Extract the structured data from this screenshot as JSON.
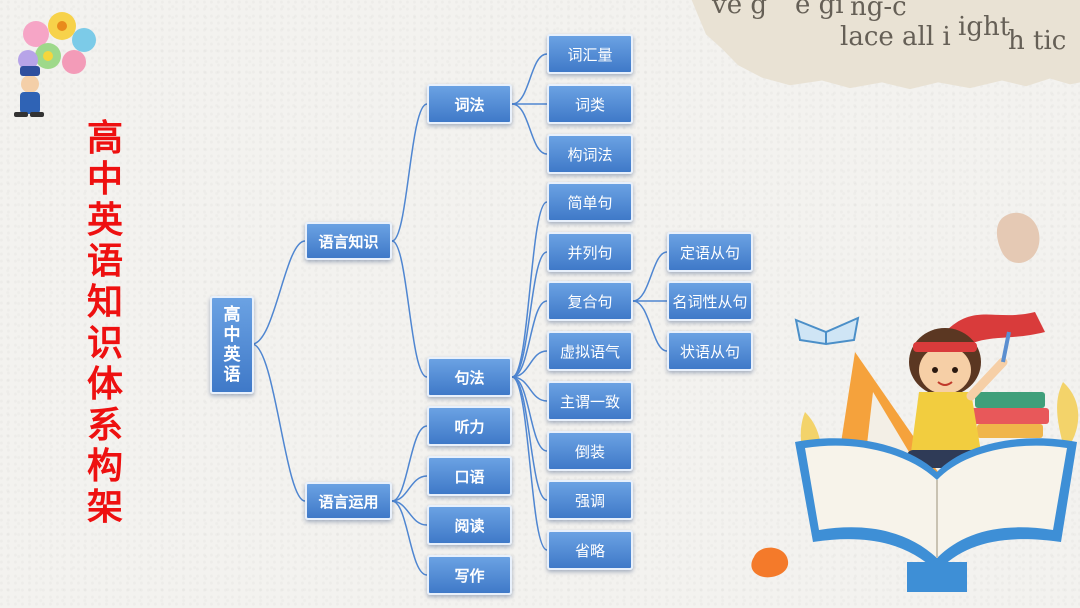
{
  "title": "高中英语知识体系构架",
  "background_text": [
    "h tic",
    "ight",
    "ng-c",
    "all i",
    "lace",
    "e gi",
    "ve g"
  ],
  "colors": {
    "node": "#4f86d1",
    "title": "#ee1010",
    "line": "#4f86d1"
  },
  "tree": {
    "root": "高中英语",
    "knowledge": {
      "label": "语言知识",
      "lexicon": {
        "label": "词法",
        "children": [
          "词汇量",
          "词类",
          "构词法"
        ]
      },
      "syntax": {
        "label": "句法",
        "children": [
          "简单句",
          "并列句",
          "复合句",
          "虚拟语气",
          "主谓一致",
          "倒装",
          "强调",
          "省略"
        ],
        "compound_children": [
          "定语从句",
          "名词性从句",
          "状语从句"
        ]
      }
    },
    "usage": {
      "label": "语言运用",
      "children": [
        "听力",
        "口语",
        "阅读",
        "写作"
      ]
    }
  },
  "icons": [
    "flower-bouquet-icon",
    "girl-reading-book-icon",
    "flying-book-icon"
  ]
}
